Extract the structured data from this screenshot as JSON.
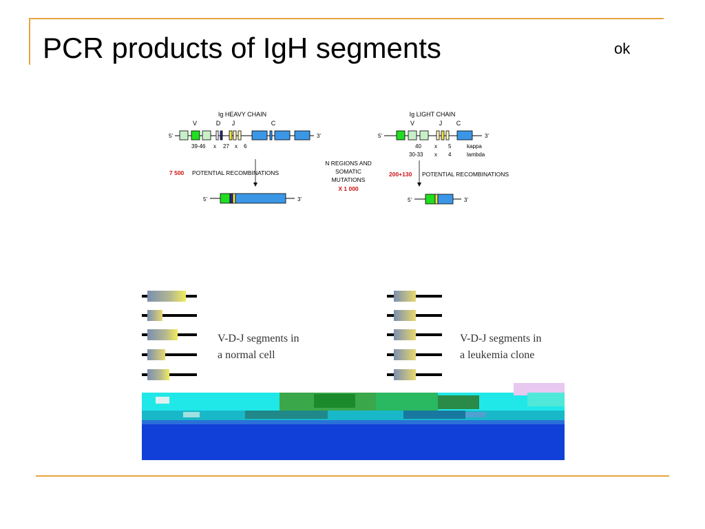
{
  "slide": {
    "title": "PCR products of IgH segments",
    "corner_note": "ok"
  },
  "heavy_chain": {
    "title": "Ig HEAVY CHAIN",
    "seg_v": "V",
    "seg_d": "D",
    "seg_j": "J",
    "seg_c": "C",
    "end5": "5'",
    "end3": "3'",
    "count_v": "39-46",
    "x1": "x",
    "count_d": "27",
    "x2": "x",
    "count_j": "6",
    "recomb_number": "7 500",
    "recomb_text": "POTENTIAL RECOMBINATIONS",
    "product_end5": "5'",
    "product_end3": "3'"
  },
  "light_chain": {
    "title": "Ig LIGHT CHAIN",
    "seg_v": "V",
    "seg_j": "J",
    "seg_c": "C",
    "end5": "5'",
    "end3": "3'",
    "kappa_v": "40",
    "kappa_x": "x",
    "kappa_j": "5",
    "kappa_label": "kappa",
    "lambda_v": "30-33",
    "lambda_x": "x",
    "lambda_j": "4",
    "lambda_label": "lambda",
    "recomb_number": "200+130",
    "recomb_text": "POTENTIAL RECOMBINATIONS",
    "product_end5": "5'",
    "product_end3": "3'"
  },
  "middle": {
    "line1": "N REGIONS AND",
    "line2": "SOMATIC",
    "line3": "MUTATIONS",
    "multiplier": "X 1 000"
  },
  "gel": {
    "normal_line1": "V-D-J segments in",
    "normal_line2": "a normal cell",
    "leukemia_line1": "V-D-J segments in",
    "leukemia_line2": "a leukemia clone"
  },
  "colors": {
    "accent_line": "#e8a33c",
    "segment_green": "#22dd22",
    "segment_pale_green": "#c8f0c8",
    "segment_yellow": "#f2e24a",
    "segment_blue": "#3c96e6",
    "recomb_red": "#cc1111",
    "gel_blue": "#1040d8"
  }
}
